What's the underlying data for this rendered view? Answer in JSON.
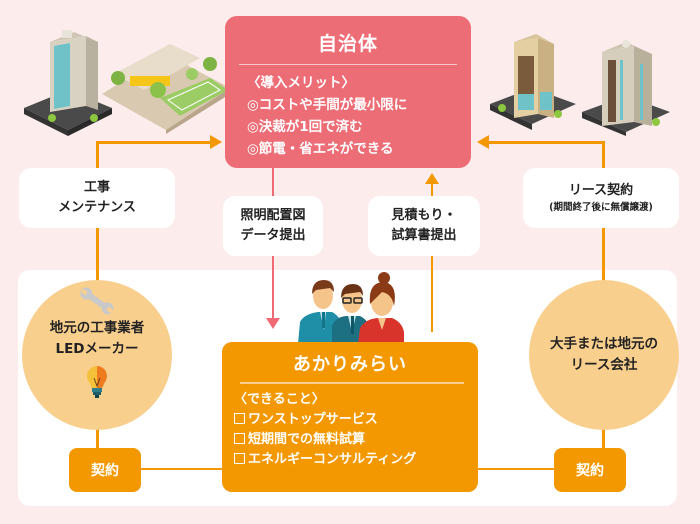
{
  "municipality": {
    "title": "自治体",
    "benefits_heading": "〈導入メリット〉",
    "benefits": [
      "◎コストや手間が最小限に",
      "◎決裁が1回で済む",
      "◎節電・省エネができる"
    ]
  },
  "flows": {
    "construction_maintenance": [
      "工事",
      "メンテナンス"
    ],
    "lighting_layout": [
      "照明配置図",
      "データ提出"
    ],
    "estimate": [
      "見積もり・",
      "試算書提出"
    ],
    "lease_contract": {
      "title": "リース契約",
      "note": "(期間終了後に無償譲渡)"
    }
  },
  "partners": {
    "left": {
      "lines": [
        "地元の工事業者",
        "LEDメーカー"
      ],
      "contract_label": "契約"
    },
    "right": {
      "lines": [
        "大手または地元の",
        "リース会社"
      ],
      "contract_label": "契約"
    }
  },
  "company": {
    "title": "あかりみらい",
    "services_heading": "〈できること〉",
    "services": [
      "ワンストップサービス",
      "短期間での無料試算",
      "エネルギーコンサルティング"
    ]
  },
  "colors": {
    "background": "#fcecec",
    "municipality": "#ec6d76",
    "company": "#f39800",
    "partner_circle": "#f9cf8e",
    "connector_orange": "#f39800",
    "connector_pink": "#ee6b76"
  }
}
